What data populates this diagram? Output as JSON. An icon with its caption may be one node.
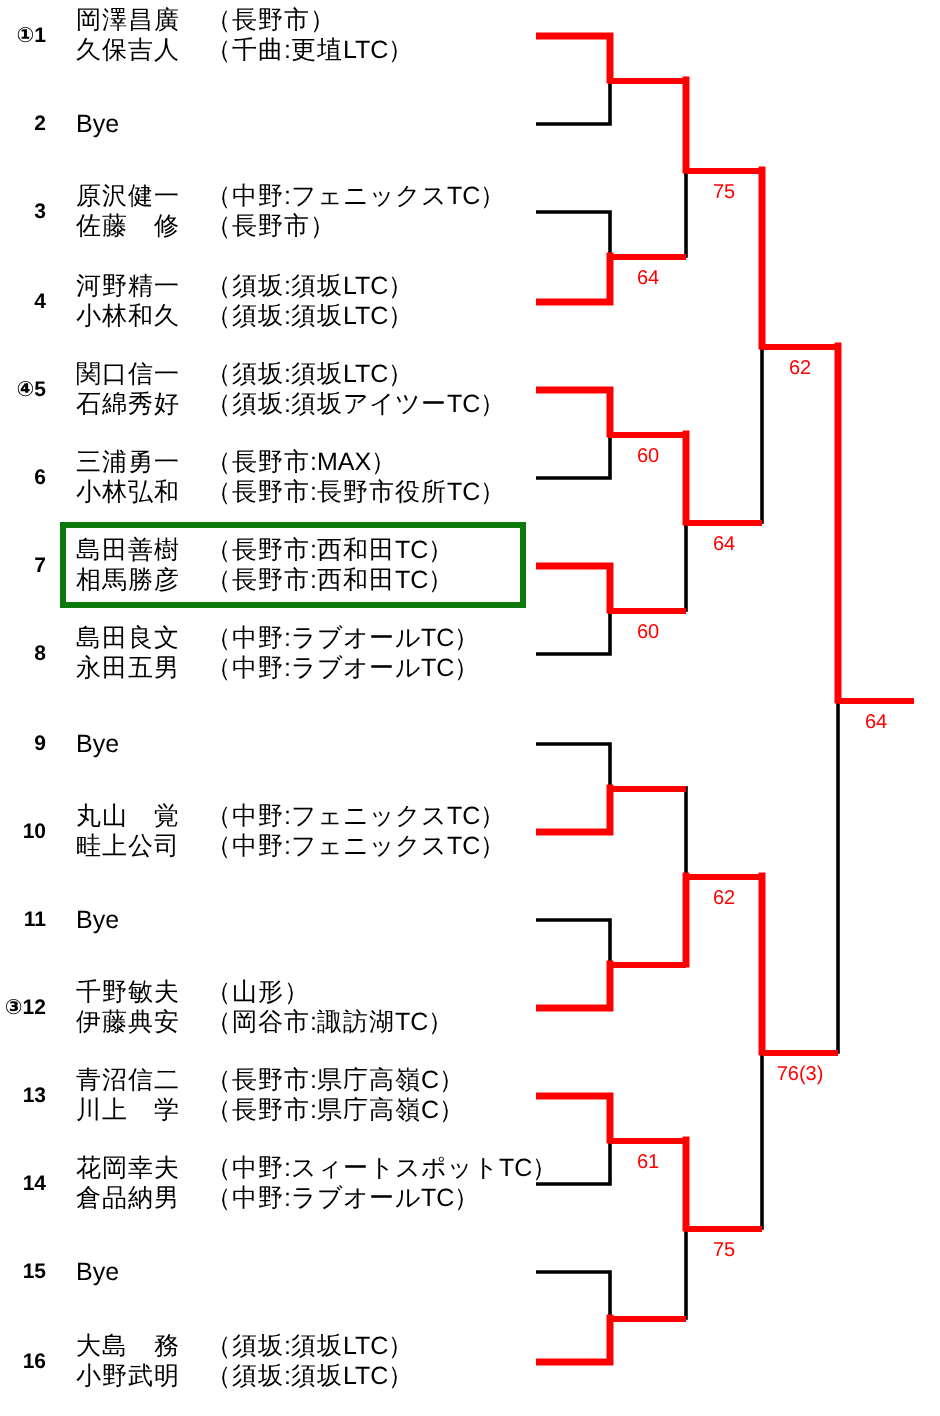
{
  "diagram": {
    "nodes": [
      {
        "text": [
          "①1",
          "岡澤昌廣",
          "（長野市）",
          "久保吉人",
          "（千曲:更埴LTC）"
        ]
      },
      {
        "text": [
          "2",
          "Bye"
        ]
      },
      {
        "text": [
          "3",
          "原沢健一",
          "（中野:フェニックスTC）",
          "佐藤　修",
          "（長野市）"
        ]
      },
      {
        "text": [
          "4",
          "河野精一",
          "（須坂:須坂LTC）",
          "小林和久",
          "（須坂:須坂LTC）"
        ]
      },
      {
        "text": [
          "④5",
          "関口信一",
          "（須坂:須坂LTC）",
          "石綿秀好",
          "（須坂:須坂アイツーTC）"
        ]
      },
      {
        "text": [
          "6",
          "三浦勇一",
          "（長野市:MAX）",
          "小林弘和",
          "（長野市:長野市役所TC）"
        ]
      },
      {
        "text": [
          "7",
          "島田善樹",
          "（長野市:西和田TC）",
          "相馬勝彦",
          "（長野市:西和田TC）"
        ]
      },
      {
        "text": [
          "8",
          "島田良文",
          "（中野:ラブオールTC）",
          "永田五男",
          "（中野:ラブオールTC）"
        ]
      },
      {
        "text": [
          "9",
          "Bye"
        ]
      },
      {
        "text": [
          "10",
          "丸山　覚",
          "（中野:フェニックスTC）",
          "畦上公司",
          "（中野:フェニックスTC）"
        ]
      },
      {
        "text": [
          "11",
          "Bye"
        ]
      },
      {
        "text": [
          "③12",
          "千野敏夫",
          "（山形）",
          "伊藤典安",
          "（岡谷市:諏訪湖TC）"
        ]
      },
      {
        "text": [
          "13",
          "青沼信二",
          "（長野市:県庁高嶺C）",
          "川上　学",
          "（長野市:県庁高嶺C）"
        ]
      },
      {
        "text": [
          "14",
          "花岡幸夫",
          "（中野:スィートスポットTC）",
          "倉品納男",
          "（中野:ラブオールTC）"
        ]
      },
      {
        "text": [
          "15",
          "Bye"
        ]
      },
      {
        "text": [
          "16",
          "大島　務",
          "（須坂:須坂LTC）",
          "小野武明",
          "（須坂:須坂LTC）"
        ]
      },
      {
        "text": [],
        "shape": "bar"
      },
      {
        "text": [],
        "shape": "bar",
        "beside": [
          "64"
        ]
      },
      {
        "text": [],
        "shape": "bar",
        "beside": [
          "60"
        ]
      },
      {
        "text": [],
        "shape": "bar",
        "beside": [
          "60"
        ]
      },
      {
        "text": [],
        "shape": "bar"
      },
      {
        "text": [],
        "shape": "bar"
      },
      {
        "text": [],
        "shape": "bar",
        "beside": [
          "61"
        ]
      },
      {
        "text": [],
        "shape": "bar"
      },
      {
        "text": [],
        "shape": "bar",
        "beside": [
          "75"
        ]
      },
      {
        "text": [],
        "shape": "bar",
        "beside": [
          "64"
        ]
      },
      {
        "text": [],
        "shape": "bar",
        "beside": [
          "62"
        ]
      },
      {
        "text": [],
        "shape": "bar",
        "beside": [
          "75"
        ]
      },
      {
        "text": [],
        "shape": "bar",
        "beside": [
          "62"
        ]
      },
      {
        "text": [],
        "shape": "bar",
        "beside": [
          "76(3)"
        ]
      },
      {
        "text": [],
        "shape": "bar",
        "beside": [
          "64"
        ]
      }
    ],
    "edges": [
      {
        "from": 0,
        "to": 16,
        "arrow": "none",
        "style": "thick",
        "color": "#ff0000"
      },
      {
        "from": 1,
        "to": 16,
        "arrow": "none",
        "color": "#000000"
      },
      {
        "from": 2,
        "to": 17,
        "arrow": "none",
        "color": "#000000"
      },
      {
        "from": 3,
        "to": 17,
        "arrow": "none",
        "style": "thick",
        "color": "#ff0000"
      },
      {
        "from": 4,
        "to": 18,
        "arrow": "none",
        "style": "thick",
        "color": "#ff0000"
      },
      {
        "from": 5,
        "to": 18,
        "arrow": "none",
        "color": "#000000"
      },
      {
        "from": 6,
        "to": 19,
        "arrow": "none",
        "style": "thick",
        "color": "#ff0000"
      },
      {
        "from": 7,
        "to": 19,
        "arrow": "none",
        "color": "#000000"
      },
      {
        "from": 8,
        "to": 20,
        "arrow": "none",
        "color": "#000000"
      },
      {
        "from": 9,
        "to": 20,
        "arrow": "none",
        "style": "thick",
        "color": "#ff0000"
      },
      {
        "from": 10,
        "to": 21,
        "arrow": "none",
        "color": "#000000"
      },
      {
        "from": 11,
        "to": 21,
        "arrow": "none",
        "style": "thick",
        "color": "#ff0000"
      },
      {
        "from": 12,
        "to": 22,
        "arrow": "none",
        "style": "thick",
        "color": "#ff0000"
      },
      {
        "from": 13,
        "to": 22,
        "arrow": "none",
        "color": "#000000"
      },
      {
        "from": 14,
        "to": 23,
        "arrow": "none",
        "color": "#000000"
      },
      {
        "from": 15,
        "to": 23,
        "arrow": "none",
        "style": "thick",
        "color": "#ff0000"
      },
      {
        "from": 16,
        "to": 24,
        "arrow": "none",
        "style": "thick",
        "color": "#ff0000"
      },
      {
        "from": 17,
        "to": 24,
        "arrow": "none",
        "color": "#000000"
      },
      {
        "from": 18,
        "to": 25,
        "arrow": "none",
        "style": "thick",
        "color": "#ff0000"
      },
      {
        "from": 19,
        "to": 25,
        "arrow": "none",
        "color": "#000000"
      },
      {
        "from": 20,
        "to": 26,
        "arrow": "none",
        "color": "#000000"
      },
      {
        "from": 21,
        "to": 26,
        "arrow": "none",
        "style": "thick",
        "color": "#ff0000"
      },
      {
        "from": 22,
        "to": 27,
        "arrow": "none",
        "style": "thick",
        "color": "#ff0000"
      },
      {
        "from": 23,
        "to": 27,
        "arrow": "none",
        "color": "#000000"
      },
      {
        "from": 24,
        "to": 28,
        "arrow": "none",
        "style": "thick",
        "color": "#ff0000"
      },
      {
        "from": 25,
        "to": 28,
        "arrow": "none",
        "color": "#000000"
      },
      {
        "from": 26,
        "to": 29,
        "arrow": "none",
        "style": "thick",
        "color": "#ff0000"
      },
      {
        "from": 27,
        "to": 29,
        "arrow": "none",
        "color": "#000000"
      },
      {
        "from": 28,
        "to": 30,
        "arrow": "none",
        "style": "thick",
        "color": "#ff0000"
      },
      {
        "from": 29,
        "to": 30,
        "arrow": "none",
        "color": "#000000"
      }
    ]
  }
}
